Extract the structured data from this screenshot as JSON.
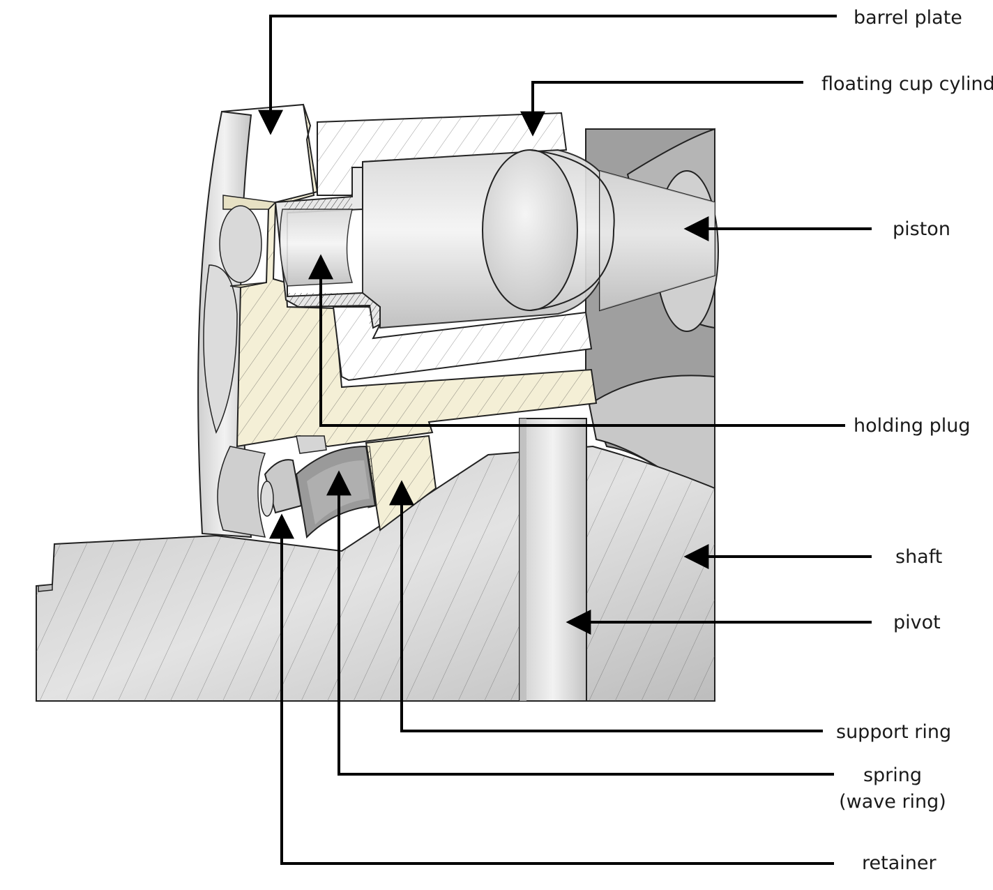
{
  "labels": {
    "barrel_plate": "barrel plate",
    "floating_cup_cylinder": "floating cup cylind",
    "piston": "piston",
    "holding_plug": "holding plug",
    "shaft": "shaft",
    "pivot": "pivot",
    "support_ring": "support ring",
    "spring_line1": "spring",
    "spring_line2": "(wave ring)",
    "retainer": "retainer"
  },
  "colors": {
    "barrel_plate": "#f4efd6",
    "cylinder_hatch": "#ffffff",
    "metal_light": "#e6e6e6",
    "metal_mid": "#cfcfcf",
    "metal_dark": "#a9a9a9",
    "leader_line": "#000000"
  }
}
